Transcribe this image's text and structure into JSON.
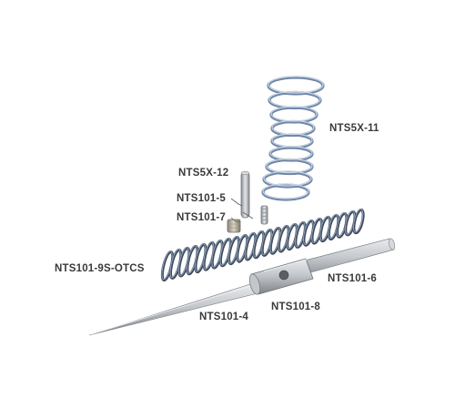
{
  "labels": {
    "spring_large": "NTS5X-11",
    "pin": "NTS5X-12",
    "screw": "NTS101-5",
    "nut": "NTS101-7",
    "spring_long": "NTS101-9S-OTCS",
    "needle_body": "NTS101-6",
    "collar": "NTS101-8",
    "needle": "NTS101-4"
  },
  "colors": {
    "label_text": "#3a3a3a",
    "spring_blue": "#8fa4c0",
    "spring_dark": "#3f4a5a",
    "steel": "#b9bcc0"
  }
}
